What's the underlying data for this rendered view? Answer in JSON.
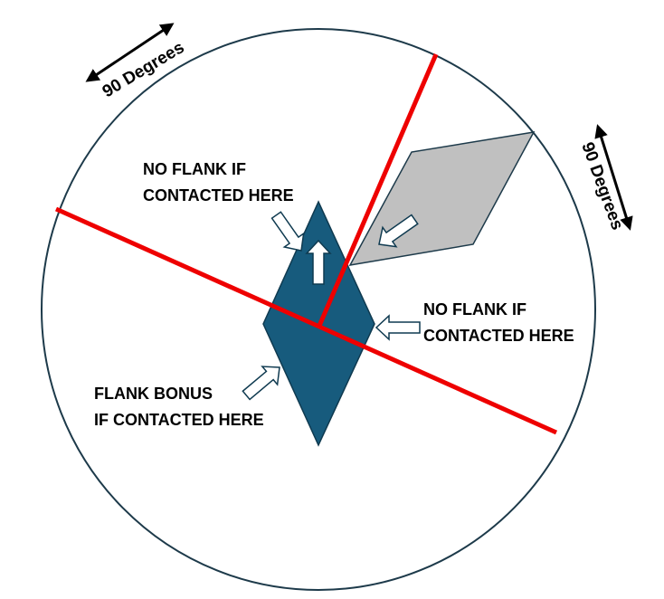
{
  "labels": {
    "no_flank_top": [
      "NO FLANK IF",
      "CONTACTED HERE"
    ],
    "no_flank_right": [
      "NO FLANK IF",
      "CONTACTED HERE"
    ],
    "flank_bonus": [
      "FLANK BONUS",
      "IF CONTACTED HERE"
    ],
    "angle_left": "90 Degrees",
    "angle_right": "90 Degrees"
  },
  "colors": {
    "unit": "#175b7d",
    "enemy": "#c0c0c0",
    "zone_line": "#ee0000",
    "circle": "#1d3a4a"
  }
}
